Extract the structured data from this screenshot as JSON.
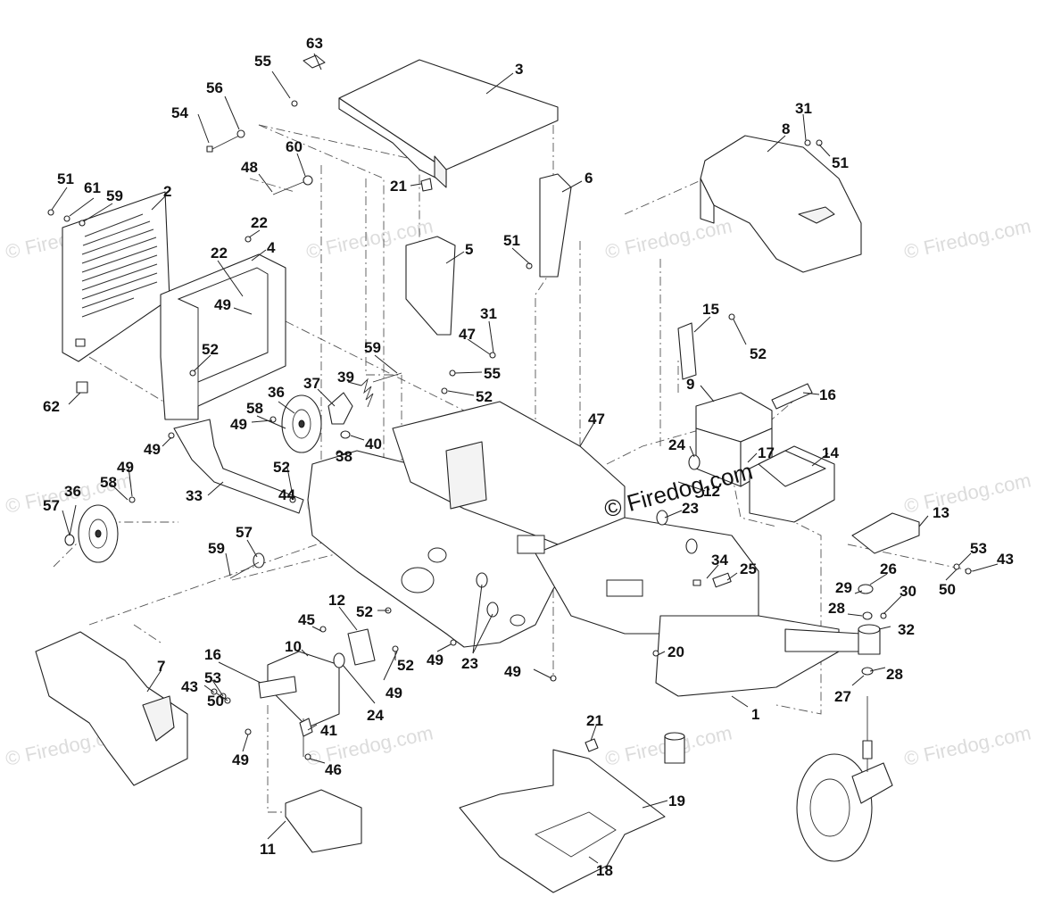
{
  "watermark": {
    "small_text": "© Firedog.com",
    "center_text": "© Firedog.com"
  },
  "callouts": [
    {
      "id": "63",
      "text": "63"
    },
    {
      "id": "55a",
      "text": "55"
    },
    {
      "id": "3",
      "text": "3"
    },
    {
      "id": "56",
      "text": "56"
    },
    {
      "id": "54",
      "text": "54"
    },
    {
      "id": "31a",
      "text": "31"
    },
    {
      "id": "8",
      "text": "8"
    },
    {
      "id": "51a",
      "text": "51"
    },
    {
      "id": "60",
      "text": "60"
    },
    {
      "id": "48",
      "text": "48"
    },
    {
      "id": "51b",
      "text": "51"
    },
    {
      "id": "61",
      "text": "61"
    },
    {
      "id": "59a",
      "text": "59"
    },
    {
      "id": "2",
      "text": "2"
    },
    {
      "id": "21a",
      "text": "21"
    },
    {
      "id": "6",
      "text": "6"
    },
    {
      "id": "22a",
      "text": "22"
    },
    {
      "id": "4",
      "text": "4"
    },
    {
      "id": "22b",
      "text": "22"
    },
    {
      "id": "51c",
      "text": "51"
    },
    {
      "id": "5",
      "text": "5"
    },
    {
      "id": "49a",
      "text": "49"
    },
    {
      "id": "31b",
      "text": "31"
    },
    {
      "id": "15",
      "text": "15"
    },
    {
      "id": "47a",
      "text": "47"
    },
    {
      "id": "52a",
      "text": "52"
    },
    {
      "id": "52b",
      "text": "52"
    },
    {
      "id": "59b",
      "text": "59"
    },
    {
      "id": "55b",
      "text": "55"
    },
    {
      "id": "52c",
      "text": "52"
    },
    {
      "id": "37",
      "text": "37"
    },
    {
      "id": "39",
      "text": "39"
    },
    {
      "id": "36a",
      "text": "36"
    },
    {
      "id": "62",
      "text": "62"
    },
    {
      "id": "16a",
      "text": "16"
    },
    {
      "id": "9",
      "text": "9"
    },
    {
      "id": "49b",
      "text": "49"
    },
    {
      "id": "58a",
      "text": "58"
    },
    {
      "id": "40",
      "text": "40"
    },
    {
      "id": "47b",
      "text": "47"
    },
    {
      "id": "49c",
      "text": "49"
    },
    {
      "id": "38",
      "text": "38"
    },
    {
      "id": "24a",
      "text": "24"
    },
    {
      "id": "17",
      "text": "17"
    },
    {
      "id": "14",
      "text": "14"
    },
    {
      "id": "49d",
      "text": "49"
    },
    {
      "id": "52d",
      "text": "52"
    },
    {
      "id": "58b",
      "text": "58"
    },
    {
      "id": "33",
      "text": "33"
    },
    {
      "id": "44",
      "text": "44"
    },
    {
      "id": "12a",
      "text": "12"
    },
    {
      "id": "36b",
      "text": "36"
    },
    {
      "id": "57a",
      "text": "57"
    },
    {
      "id": "23a",
      "text": "23"
    },
    {
      "id": "13",
      "text": "13"
    },
    {
      "id": "57b",
      "text": "57"
    },
    {
      "id": "59c",
      "text": "59"
    },
    {
      "id": "34",
      "text": "34"
    },
    {
      "id": "25",
      "text": "25"
    },
    {
      "id": "53a",
      "text": "53"
    },
    {
      "id": "43a",
      "text": "43"
    },
    {
      "id": "26",
      "text": "26"
    },
    {
      "id": "50a",
      "text": "50"
    },
    {
      "id": "29",
      "text": "29"
    },
    {
      "id": "30",
      "text": "30"
    },
    {
      "id": "28a",
      "text": "28"
    },
    {
      "id": "12b",
      "text": "12"
    },
    {
      "id": "52e",
      "text": "52"
    },
    {
      "id": "45",
      "text": "45"
    },
    {
      "id": "32",
      "text": "32"
    },
    {
      "id": "10",
      "text": "10"
    },
    {
      "id": "52f",
      "text": "52"
    },
    {
      "id": "49e",
      "text": "49"
    },
    {
      "id": "23b",
      "text": "23"
    },
    {
      "id": "20",
      "text": "20"
    },
    {
      "id": "16b",
      "text": "16"
    },
    {
      "id": "7",
      "text": "7"
    },
    {
      "id": "49f",
      "text": "49"
    },
    {
      "id": "28b",
      "text": "28"
    },
    {
      "id": "43b",
      "text": "43"
    },
    {
      "id": "53b",
      "text": "53"
    },
    {
      "id": "49g",
      "text": "49"
    },
    {
      "id": "27",
      "text": "27"
    },
    {
      "id": "50b",
      "text": "50"
    },
    {
      "id": "24b",
      "text": "24"
    },
    {
      "id": "1",
      "text": "1"
    },
    {
      "id": "41",
      "text": "41"
    },
    {
      "id": "21b",
      "text": "21"
    },
    {
      "id": "49h",
      "text": "49"
    },
    {
      "id": "46",
      "text": "46"
    },
    {
      "id": "19",
      "text": "19"
    },
    {
      "id": "11",
      "text": "11"
    },
    {
      "id": "18",
      "text": "18"
    }
  ]
}
